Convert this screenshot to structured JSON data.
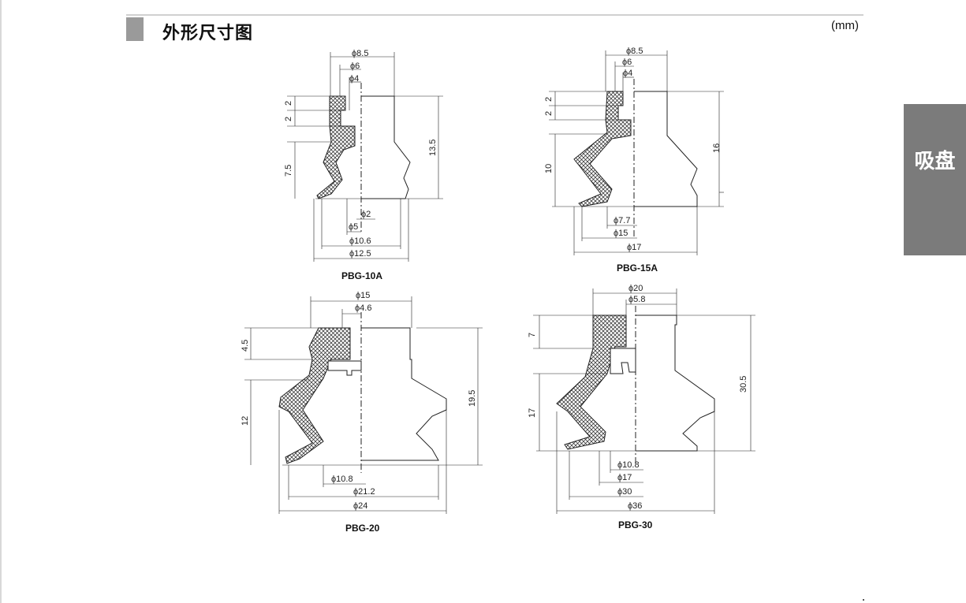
{
  "header": {
    "title": "外形尺寸图",
    "unit": "(mm)"
  },
  "side_tab": {
    "label": "吸盘"
  },
  "drawings": {
    "pbg10a": {
      "model": "PBG-10A",
      "dims": {
        "d85": "ϕ8.5",
        "d6": "ϕ6",
        "d4": "ϕ4",
        "h2a": "2",
        "h2b": "2",
        "h75": "7.5",
        "h135": "13.5",
        "d2": "ϕ2",
        "d5": "ϕ5",
        "d106": "ϕ10.6",
        "d125": "ϕ12.5"
      }
    },
    "pbg15a": {
      "model": "PBG-15A",
      "dims": {
        "d85": "ϕ8.5",
        "d6": "ϕ6",
        "d4": "ϕ4",
        "h2a": "2",
        "h2b": "2",
        "h10": "10",
        "h16": "16",
        "d77": "ϕ7.7",
        "d15": "ϕ15",
        "d17": "ϕ17"
      }
    },
    "pbg20": {
      "model": "PBG-20",
      "dims": {
        "d15": "ϕ15",
        "d46": "ϕ4.6",
        "h45": "4.5",
        "h12": "12",
        "h195": "19.5",
        "d108": "ϕ10.8",
        "d212": "ϕ21.2",
        "d24": "ϕ24"
      }
    },
    "pbg30": {
      "model": "PBG-30",
      "dims": {
        "d20": "ϕ20",
        "d58": "ϕ5.8",
        "h7": "7",
        "h17": "17",
        "h305": "30.5",
        "d108": "ϕ10.8",
        "d17": "ϕ17",
        "d30": "ϕ30",
        "d36": "ϕ36"
      }
    }
  },
  "colors": {
    "tab_gray": "#7b7b7b",
    "header_block": "#9a9a9a",
    "rule": "#d0d0d0",
    "hatch": "#222222"
  }
}
